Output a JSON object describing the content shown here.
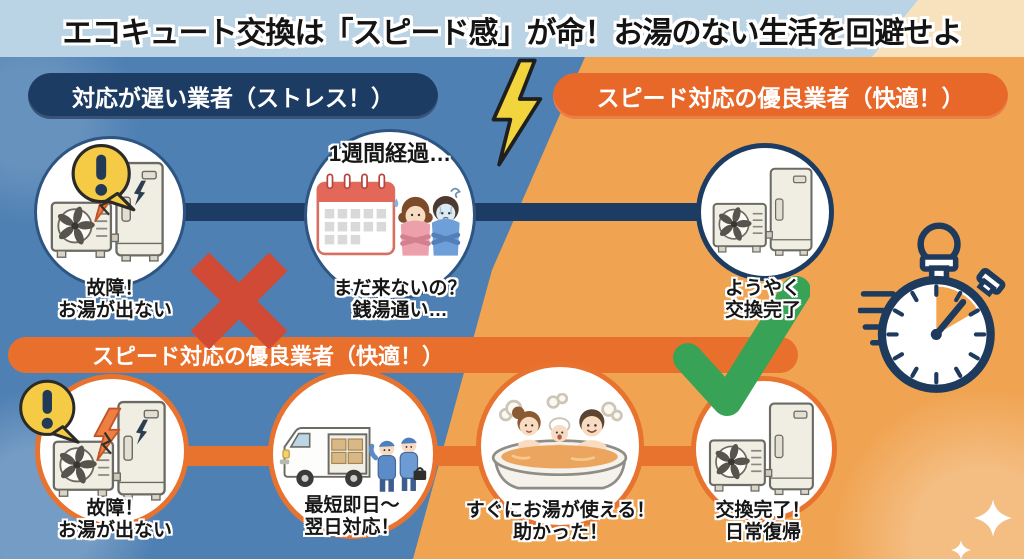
{
  "title": "エコキュート交換は「スピード感」が命！お湯のない生活を回避せよ",
  "slow_flow": {
    "banner": "対応が遅い業者（ストレス！）",
    "steps": [
      {
        "caption": "故障！\nお湯が出ない",
        "icon": "broken-heatpump-icon"
      },
      {
        "label": "1週間経過…",
        "caption": "まだ来ないの？\n銭湯通い…",
        "icon": "calendar-waiting-icon"
      },
      {
        "caption": "ようやく\n交換完了",
        "icon": "new-heatpump-icon"
      }
    ],
    "result_icon": "cross-mark-icon"
  },
  "fast_flow": {
    "banner_top": "スピード対応の優良業者（快適！）",
    "banner_mid": "スピード対応の優良業者（快適！）",
    "steps": [
      {
        "caption": "故障！\nお湯が出ない",
        "icon": "broken-heatpump-icon"
      },
      {
        "caption": "最短即日〜\n翌日対応！",
        "icon": "delivery-van-icon"
      },
      {
        "caption": "すぐにお湯が使える！\n助かった！",
        "icon": "family-bath-icon"
      },
      {
        "caption": "交換完了！\n日常復帰",
        "icon": "new-heatpump-icon"
      }
    ],
    "result_icon": "check-mark-icon"
  },
  "decor_icons": [
    "lightning-bolt-icon",
    "alert-bubble-icon",
    "stopwatch-icon",
    "sparkle-icon"
  ],
  "colors": {
    "bg_blue": "#4e80b3",
    "bg_orange": "#f0a452",
    "title_bg_blue": "#bad3e5",
    "title_bg_peach": "#f8e2bd",
    "navy": "#1d3c63",
    "orange_banner": "#e8702c",
    "red_cross": "#d14a36",
    "green_check": "#38a257",
    "alert_yellow": "#f5ca45"
  }
}
